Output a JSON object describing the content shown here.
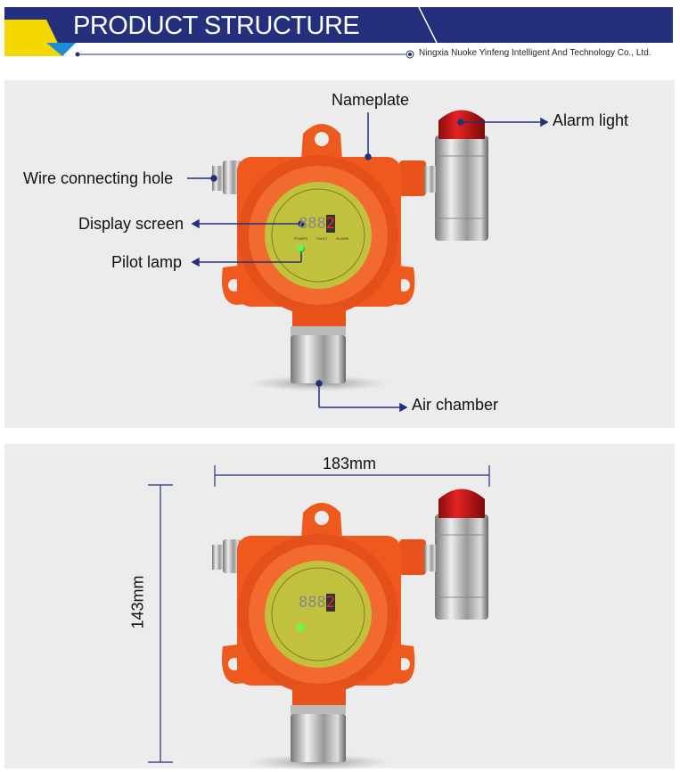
{
  "header": {
    "title": "PRODUCT STRUCTURE",
    "company": "Ningxia Nuoke Yinfeng Intelligent And Technology Co., Ltd.",
    "colors": {
      "band": "#24307e",
      "accent_yellow": "#f5d800",
      "accent_blue": "#1e8ed6"
    }
  },
  "structure": {
    "labels": {
      "nameplate": "Nameplate",
      "alarm_light": "Alarm light",
      "wire_hole": "Wire connecting hole",
      "display_screen": "Display screen",
      "pilot_lamp": "Pilot lamp",
      "air_chamber": "Air chamber"
    }
  },
  "dimensions": {
    "width": "183mm",
    "height": "143mm"
  },
  "device": {
    "display_digits": "888",
    "display_last_digit": "2",
    "indicators": [
      "POWER",
      "FAULT",
      "ALARM"
    ],
    "body_color": "#f0581e"
  }
}
